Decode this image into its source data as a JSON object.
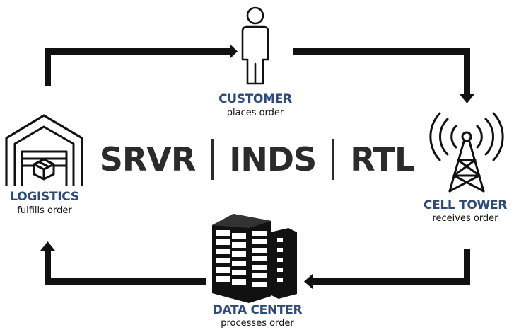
{
  "center": {
    "parts": [
      "SRVR",
      "INDS",
      "RTL"
    ]
  },
  "nodes": {
    "customer": {
      "title": "CUSTOMER",
      "subtitle": "places order"
    },
    "cell_tower": {
      "title": "CELL TOWER",
      "subtitle": "receives order"
    },
    "data_center": {
      "title": "DATA CENTER",
      "subtitle": "processes order"
    },
    "logistics": {
      "title": "LOGISTICS",
      "subtitle": "fulfills order"
    }
  },
  "colors": {
    "title": "#2d4a78",
    "lines": "#111111",
    "text": "#2b2b2b"
  },
  "icons": [
    "person-icon",
    "cell-tower-icon",
    "server-rack-icon",
    "warehouse-icon"
  ]
}
